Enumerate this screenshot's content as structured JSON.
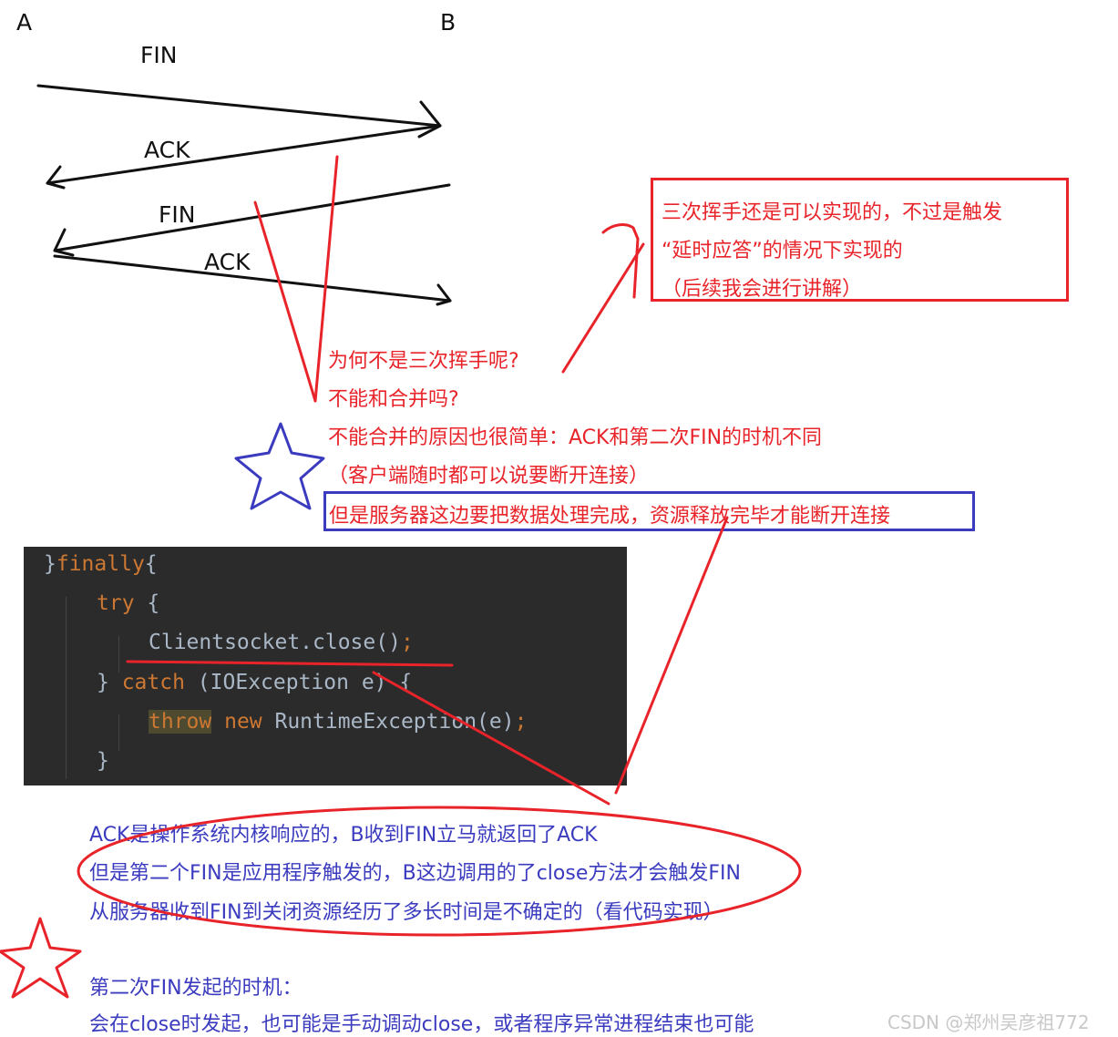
{
  "diagram": {
    "endpoint_a": "A",
    "endpoint_b": "B",
    "msg1": "FIN",
    "msg2": "ACK",
    "msg3": "FIN",
    "msg4": "ACK"
  },
  "red_box": {
    "line1": "三次挥手还是可以实现的，不过是触发",
    "line2": "“延时应答”的情况下实现的",
    "line3": "（后续我会进行讲解）"
  },
  "red_notes": {
    "q1": "为何不是三次挥手呢?",
    "q2": "不能和合并吗?",
    "reason": "不能合并的原因也很简单：ACK和第二次FIN的时机不同",
    "client": "（客户端随时都可以说要断开连接）"
  },
  "blue_box": {
    "text": "但是服务器这边要把数据处理完成，资源释放完毕才能断开连接"
  },
  "code": {
    "line1_a": "}",
    "line1_b": "finally",
    "line1_c": "{",
    "line2_kw": "try",
    "line2_b": " {",
    "line3_a": "Clientsocket.close()",
    "line3_b": ";",
    "line4_a": "} ",
    "line4_kw": "catch",
    "line4_b": " (IOException e) {",
    "line5_kw1": "throw",
    "line5_kw2": " new",
    "line5_b": " RuntimeException(e)",
    "line5_c": ";",
    "line6": "}"
  },
  "oval": {
    "line1": "ACK是操作系统内核响应的，B收到FIN立马就返回了ACK",
    "line2": "但是第二个FIN是应用程序触发的，B这边调用的了close方法才会触发FIN",
    "line3": "从服务器收到FIN到关闭资源经历了多长时间是不确定的（看代码实现）"
  },
  "bottom": {
    "line1": "第二次FIN发起的时机：",
    "line2": "会在close时发起，也可能是手动调动close，或者程序异常进程结束也可能"
  },
  "watermark": "CSDN @郑州吴彦祖772",
  "colors": {
    "annotation_red": "#e8242a",
    "annotation_blue": "#3b3bbf",
    "code_bg": "#2b2b2b",
    "code_keyword": "#cc7832",
    "code_text": "#a9b7c6"
  }
}
